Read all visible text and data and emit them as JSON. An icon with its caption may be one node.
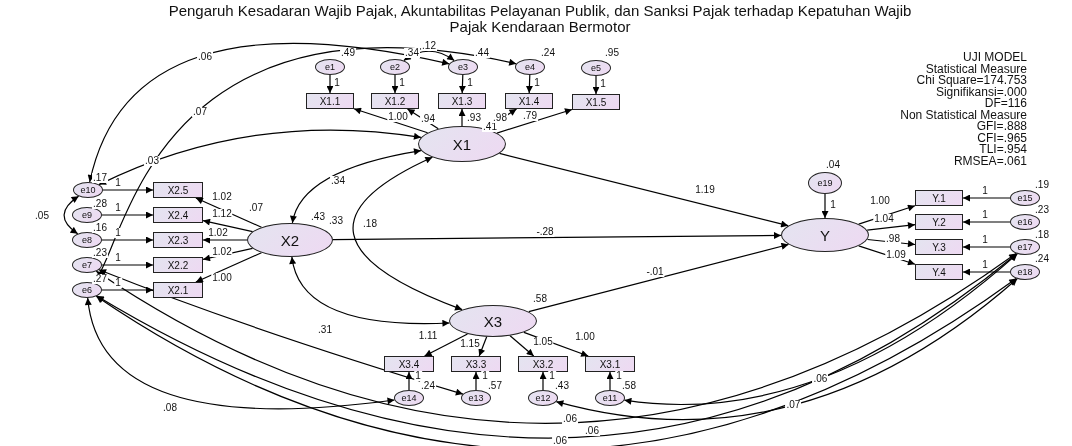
{
  "diagram": {
    "title": "Pengaruh Kesadaran Wajib Pajak, Akuntabilitas Pelayanan Publik, dan Sanksi Pajak terhadap Kepatuhan Wajib Pajak Kendaraan Bermotor",
    "nodes": [
      {
        "text": [
          "e1"
        ],
        "beside": [
          ".49"
        ]
      },
      {
        "text": [
          "e2"
        ],
        "beside": [
          ".34"
        ]
      },
      {
        "text": [
          "e3"
        ],
        "beside": [
          ".44"
        ]
      },
      {
        "text": [
          "e4"
        ],
        "beside": [
          ".24"
        ]
      },
      {
        "text": [
          "e5"
        ],
        "beside": [
          ".95"
        ]
      },
      {
        "text": [
          "X1.1"
        ]
      },
      {
        "text": [
          "X1.2"
        ]
      },
      {
        "text": [
          "X1.3"
        ]
      },
      {
        "text": [
          "X1.4"
        ]
      },
      {
        "text": [
          "X1.5"
        ]
      },
      {
        "text": [
          "X1"
        ],
        "beside": [
          ".41"
        ]
      },
      {
        "text": [
          "e10"
        ],
        "beside": [
          ".17"
        ]
      },
      {
        "text": [
          "e9"
        ],
        "beside": [
          ".28"
        ]
      },
      {
        "text": [
          "e8"
        ],
        "beside": [
          ".16"
        ]
      },
      {
        "text": [
          "e7"
        ],
        "beside": [
          ".23"
        ]
      },
      {
        "text": [
          "e6"
        ],
        "beside": [
          ".27"
        ]
      },
      {
        "text": [
          "X2.5"
        ]
      },
      {
        "text": [
          "X2.4"
        ]
      },
      {
        "text": [
          "X2.3"
        ]
      },
      {
        "text": [
          "X2.2"
        ]
      },
      {
        "text": [
          "X2.1"
        ]
      },
      {
        "text": [
          "X2"
        ],
        "beside": [
          ".33"
        ]
      },
      {
        "text": [
          "X3"
        ],
        "beside": [
          ".58"
        ]
      },
      {
        "text": [
          "X3.4"
        ]
      },
      {
        "text": [
          "X3.3"
        ]
      },
      {
        "text": [
          "X3.2"
        ]
      },
      {
        "text": [
          "X3.1"
        ]
      },
      {
        "text": [
          "e14"
        ],
        "beside": [
          ".24"
        ]
      },
      {
        "text": [
          "e13"
        ],
        "beside": [
          ".57"
        ]
      },
      {
        "text": [
          "e12"
        ],
        "beside": [
          ".43"
        ]
      },
      {
        "text": [
          "e11"
        ],
        "beside": [
          ".58"
        ]
      },
      {
        "text": [
          "e19"
        ],
        "beside": [
          ".04"
        ]
      },
      {
        "text": [
          "Y"
        ]
      },
      {
        "text": [
          "Y.1"
        ]
      },
      {
        "text": [
          "Y.2"
        ]
      },
      {
        "text": [
          "Y.3"
        ]
      },
      {
        "text": [
          "Y.4"
        ]
      },
      {
        "text": [
          "e15"
        ],
        "beside": [
          ".19"
        ]
      },
      {
        "text": [
          "e16"
        ],
        "beside": [
          ".23"
        ]
      },
      {
        "text": [
          "e17"
        ],
        "beside": [
          ".18"
        ]
      },
      {
        "text": [
          "e18"
        ],
        "beside": [
          ".24"
        ]
      }
    ],
    "edges": [
      {
        "from": 0,
        "to": 5,
        "arrow": "to",
        "label": "1"
      },
      {
        "from": 1,
        "to": 6,
        "arrow": "to",
        "label": "1"
      },
      {
        "from": 2,
        "to": 7,
        "arrow": "to",
        "label": "1"
      },
      {
        "from": 3,
        "to": 8,
        "arrow": "to",
        "label": "1"
      },
      {
        "from": 4,
        "to": 9,
        "arrow": "to",
        "label": "1"
      },
      {
        "from": 10,
        "to": 5,
        "arrow": "to",
        "label": "1.00"
      },
      {
        "from": 10,
        "to": 6,
        "arrow": "to",
        "label": ".94"
      },
      {
        "from": 10,
        "to": 7,
        "arrow": "to",
        "label": ".93"
      },
      {
        "from": 10,
        "to": 8,
        "arrow": "to",
        "label": ".98"
      },
      {
        "from": 10,
        "to": 9,
        "arrow": "to",
        "label": ".79"
      },
      {
        "from": 11,
        "to": 16,
        "arrow": "to",
        "label": "1"
      },
      {
        "from": 12,
        "to": 17,
        "arrow": "to",
        "label": "1"
      },
      {
        "from": 13,
        "to": 18,
        "arrow": "to",
        "label": "1"
      },
      {
        "from": 14,
        "to": 19,
        "arrow": "to",
        "label": "1"
      },
      {
        "from": 15,
        "to": 20,
        "arrow": "to",
        "label": "1"
      },
      {
        "from": 21,
        "to": 16,
        "arrow": "to",
        "label": "1.02"
      },
      {
        "from": 21,
        "to": 17,
        "arrow": "to",
        "label": "1.12"
      },
      {
        "from": 21,
        "to": 18,
        "arrow": "to",
        "label": "1.02"
      },
      {
        "from": 21,
        "to": 19,
        "arrow": "to",
        "label": "1.02"
      },
      {
        "from": 21,
        "to": 20,
        "arrow": "to",
        "label": "1.00"
      },
      {
        "from": 22,
        "to": 23,
        "arrow": "to",
        "label": "1.11"
      },
      {
        "from": 22,
        "to": 24,
        "arrow": "to",
        "label": "1.15"
      },
      {
        "from": 22,
        "to": 25,
        "arrow": "to",
        "label": "1.05"
      },
      {
        "from": 22,
        "to": 26,
        "arrow": "to",
        "label": "1.00"
      },
      {
        "from": 27,
        "to": 23,
        "arrow": "to",
        "label": "1"
      },
      {
        "from": 28,
        "to": 24,
        "arrow": "to",
        "label": "1"
      },
      {
        "from": 29,
        "to": 25,
        "arrow": "to",
        "label": "1"
      },
      {
        "from": 30,
        "to": 26,
        "arrow": "to",
        "label": "1"
      },
      {
        "from": 10,
        "to": 32,
        "arrow": "to",
        "label": "1.19"
      },
      {
        "from": 21,
        "to": 32,
        "arrow": "to",
        "label": "-.28"
      },
      {
        "from": 22,
        "to": 32,
        "arrow": "to",
        "label": "-.01"
      },
      {
        "from": 31,
        "to": 32,
        "arrow": "to",
        "label": "1"
      },
      {
        "from": 32,
        "to": 33,
        "arrow": "to",
        "label": "1.00"
      },
      {
        "from": 32,
        "to": 34,
        "arrow": "to",
        "label": "1.04"
      },
      {
        "from": 32,
        "to": 35,
        "arrow": "to",
        "label": ".98"
      },
      {
        "from": 32,
        "to": 36,
        "arrow": "to",
        "label": "1.09"
      },
      {
        "from": 37,
        "to": 33,
        "arrow": "to",
        "label": "1"
      },
      {
        "from": 38,
        "to": 34,
        "arrow": "to",
        "label": "1"
      },
      {
        "from": 39,
        "to": 35,
        "arrow": "to",
        "label": "1"
      },
      {
        "from": 40,
        "to": 36,
        "arrow": "to",
        "label": "1"
      },
      {
        "from": 1,
        "to": 2,
        "arrow": "both",
        "label": ".12"
      },
      {
        "from": 11,
        "to": 2,
        "arrow": "both",
        "label": ".06"
      },
      {
        "from": 15,
        "to": 3,
        "arrow": "both",
        "label": ".07"
      },
      {
        "from": 11,
        "to": 10,
        "arrow": "both",
        "label": ".03"
      },
      {
        "from": 11,
        "to": 13,
        "arrow": "both",
        "label": ".05"
      },
      {
        "from": 10,
        "to": 21,
        "arrow": "both",
        "label": ".34"
      },
      {
        "from": 10,
        "to": 22,
        "arrow": "both",
        "label": ".18"
      },
      {
        "from": 21,
        "to": 22,
        "arrow": "both",
        "label": ".31"
      },
      {
        "from": 15,
        "to": 27,
        "arrow": "both",
        "label": ".08"
      },
      {
        "from": 14,
        "to": 28,
        "arrow": "both"
      },
      {
        "from": 14,
        "to": 39,
        "arrow": "both",
        "label": ".06"
      },
      {
        "from": 15,
        "to": 39,
        "arrow": "both",
        "label": ".06"
      },
      {
        "from": 15,
        "to": 40,
        "arrow": "both",
        "label": ".06"
      },
      {
        "from": 29,
        "to": 40,
        "arrow": "both",
        "label": ".07"
      },
      {
        "from": 30,
        "to": 39,
        "arrow": "both",
        "label": ".06"
      }
    ],
    "labels": [
      ".07",
      ".43",
      "UJI MODEL",
      "Statistical Measure",
      "Chi Square=174.753",
      "Signifikansi=.000",
      "DF=116",
      "Non Statistical Measure",
      "GFI=.888",
      "CFI=.965",
      "TLI=.954",
      "RMSEA=.061"
    ]
  }
}
